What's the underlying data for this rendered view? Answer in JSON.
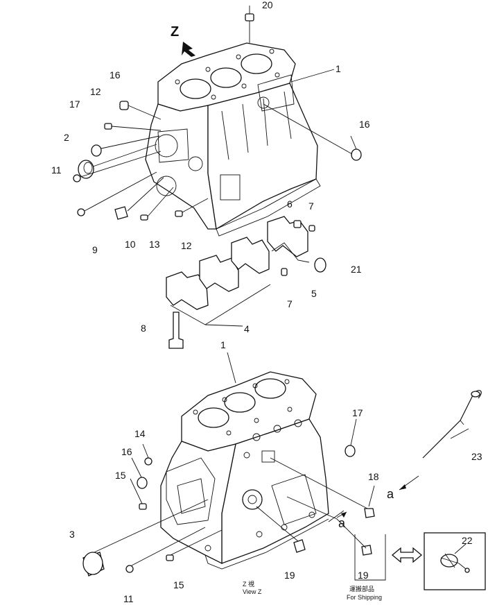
{
  "view_marker": "Z",
  "callouts": {
    "c1": "1",
    "c2": "2",
    "c3": "3",
    "c4": "4",
    "c5": "5",
    "c6": "6",
    "c7a": "7",
    "c7b": "7",
    "c8": "8",
    "c9": "9",
    "c10": "10",
    "c11a": "11",
    "c11b": "11",
    "c12a": "12",
    "c12b": "12",
    "c13": "13",
    "c14": "14",
    "c15a": "15",
    "c15b": "15",
    "c16a": "16",
    "c16b": "16",
    "c16c": "16",
    "c17a": "17",
    "c17b": "17",
    "c18": "18",
    "c19a": "19",
    "c19b": "19",
    "c20": "20",
    "c21": "21",
    "c22": "22",
    "c23": "23",
    "c1b": "1"
  },
  "arrow_letters": {
    "a1": "a",
    "a2": "a"
  },
  "view_label": {
    "jp": "Z 視",
    "en": "View Z"
  },
  "shipping_label": {
    "jp": "運搬部品",
    "en": "For Shipping"
  }
}
